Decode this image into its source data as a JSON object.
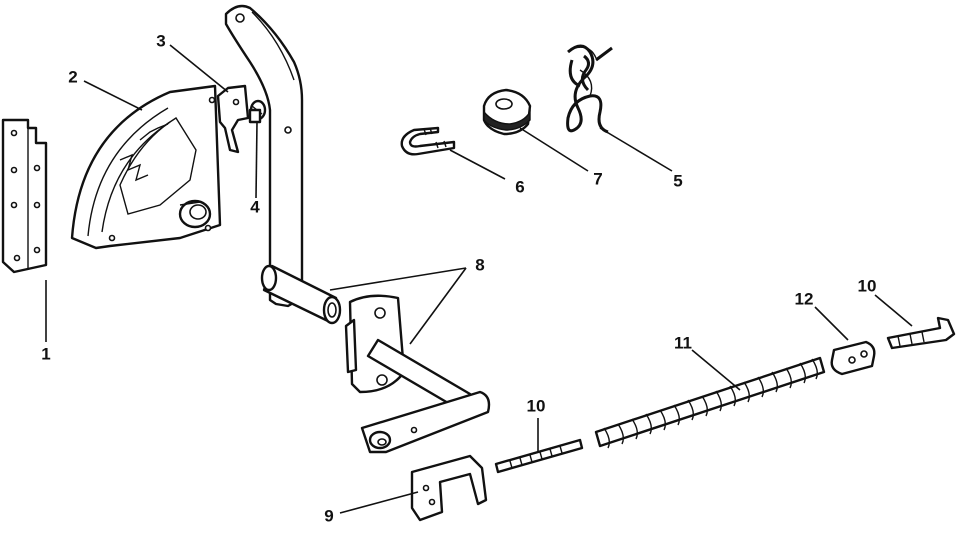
{
  "diagram": {
    "callouts": [
      {
        "id": "c1",
        "text": "1"
      },
      {
        "id": "c2",
        "text": "2"
      },
      {
        "id": "c3",
        "text": "3"
      },
      {
        "id": "c4",
        "text": "4"
      },
      {
        "id": "c5",
        "text": "5"
      },
      {
        "id": "c6",
        "text": "6"
      },
      {
        "id": "c7",
        "text": "7"
      },
      {
        "id": "c8",
        "text": "8"
      },
      {
        "id": "c9",
        "text": "9"
      },
      {
        "id": "c10a",
        "text": "10"
      },
      {
        "id": "c10b",
        "text": "10"
      },
      {
        "id": "c11",
        "text": "11"
      },
      {
        "id": "c12",
        "text": "12"
      }
    ]
  },
  "colors": {
    "ink": "#111111",
    "paper": "#ffffff"
  }
}
